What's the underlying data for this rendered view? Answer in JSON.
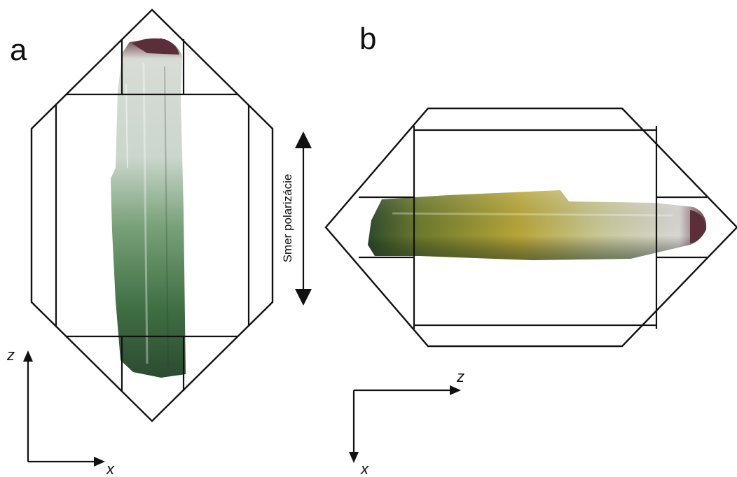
{
  "panels": {
    "a": {
      "letter": "a"
    },
    "b": {
      "letter": "b"
    }
  },
  "polarization": {
    "label": "Smer polarizácie"
  },
  "axes": {
    "a": {
      "vertical": "z",
      "horizontal": "x"
    },
    "b": {
      "horizontal": "z",
      "vertical": "x"
    }
  },
  "colors": {
    "line": "#111111",
    "crystal_green_dark": "#2f5a35",
    "crystal_green": "#5f8f5c",
    "crystal_pale": "#c9d6cf",
    "crystal_yellow": "#b7a53a",
    "crystal_pink_tip": "#5a2f3a"
  }
}
